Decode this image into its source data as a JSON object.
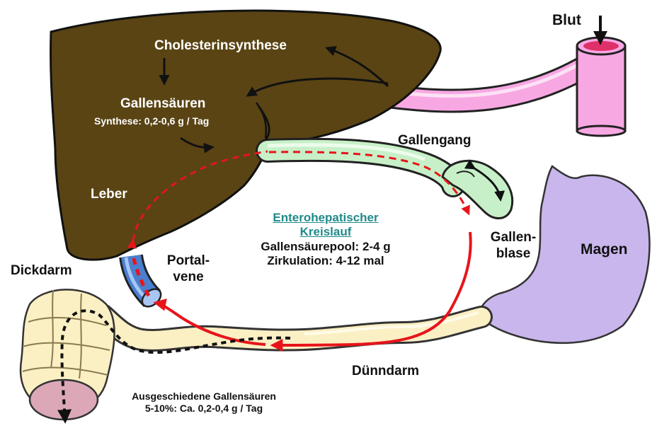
{
  "labels": {
    "blut": "Blut",
    "cholesterinsynthese": "Cholesterinsynthese",
    "gallensaeuren": "Gallensäuren",
    "synthese": "Synthese: 0,2-0,6 g / Tag",
    "gallengang": "Gallengang",
    "leber": "Leber",
    "gallenblase_1": "Gallen-",
    "gallenblase_2": "blase",
    "magen": "Magen",
    "kreislauf_1": "Enterohepatischer",
    "kreislauf_2": "Kreislauf",
    "pool": "Gallensäurepool: 2-4 g",
    "zirkulation": "Zirkulation: 4-12 mal",
    "portal_1": "Portal-",
    "portal_2": "vene",
    "dickdarm": "Dickdarm",
    "duenndarm": "Dünndarm",
    "ausgeschieden_1": "Ausgeschiedene Gallensäuren",
    "ausgeschieden_2": "5-10%: Ca. 0,2-0,4 g / Tag"
  },
  "colors": {
    "liver": "#5a4414",
    "blood_vessel": "#f7a8e3",
    "bile_duct": "#c8f0c8",
    "portal_vein": "#4a7fd0",
    "stomach": "#c9b6ec",
    "intestine": "#fbefc4",
    "circulation_arrow": "#e8141a",
    "cycle_title": "#1f8a8a"
  }
}
